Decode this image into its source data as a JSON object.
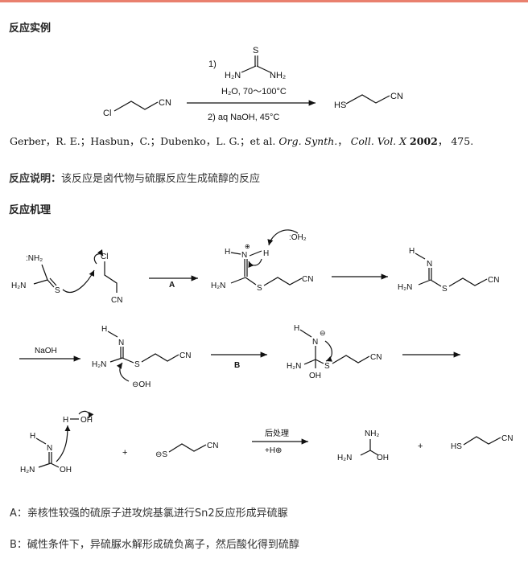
{
  "top_color": "#e9806e",
  "sections": {
    "example_title": "反应实例",
    "explain_label": "反应说明：",
    "explain_text": "该反应是卤代物与硫脲反应生成硫醇的反应",
    "mechanism_title": "反应机理"
  },
  "scheme1": {
    "step1_num": "1)",
    "step1_cond": "H₂O, 70～100°C",
    "step2_cond": "2) aq NaOH, 45°C",
    "thiourea_S": "S",
    "thiourea_left": "H₂N",
    "thiourea_right": "NH₂",
    "reactant_cl": "Cl",
    "reactant_cn": "CN",
    "product_hs": "HS",
    "product_cn": "CN"
  },
  "reference": {
    "authors": "Gerber，R. E.；Hasbun，C.；Dubenko，L. G.；et al.",
    "journal": "Org. Synth.",
    "coll": "Coll. Vol.",
    "volume": "X",
    "year": "2002",
    "page": "475."
  },
  "mechanism": {
    "label_a": "A",
    "label_b": "B",
    "naoh": "NaOH",
    "workup": "后处理",
    "acid": "+H⊕",
    "plus1": "+",
    "plus2": "+",
    "oh2": ":OH₂",
    "oh_minus": "⊖OH",
    "oh": "OH",
    "h": "H",
    "n": "N",
    "nh2": "NH₂",
    "h2n": "H₂N",
    "s": "S",
    "cl": "Cl",
    "cn": "CN",
    "hs": "HS",
    "colon_nh2": ":NH₂",
    "plus_charge": "⊕",
    "minus_charge": "⊖",
    "s_minus": "⊖S"
  },
  "notes": {
    "a": "A：亲核性较强的硫原子进攻烷基氯进行Sn2反应形成异硫脲",
    "b": "B：碱性条件下，异硫脲水解形成硫负离子，然后酸化得到硫醇"
  }
}
